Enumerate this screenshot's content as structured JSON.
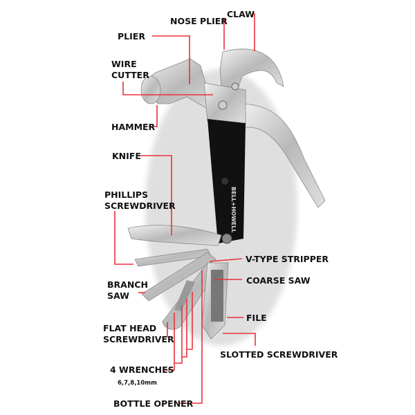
{
  "brand": "BELL+HOWELL",
  "labels": {
    "nose_plier": "NOSE PLIER",
    "claw": "CLAW",
    "plier": "PLIER",
    "wire_cutter_1": "WIRE",
    "wire_cutter_2": "CUTTER",
    "hammer": "HAMMER",
    "knife": "KNIFE",
    "phillips_1": "PHILLIPS",
    "phillips_2": "SCREWDRIVER",
    "v_stripper": "V-TYPE STRIPPER",
    "branch_saw_1": "BRANCH",
    "branch_saw_2": "SAW",
    "coarse_saw": "COARSE SAW",
    "file": "FILE",
    "flat_head_1": "FLAT HEAD",
    "flat_head_2": "SCREWDRIVER",
    "slotted": "SLOTTED SCREWDRIVER",
    "wrenches": "4 WRENCHES",
    "wrench_sizes": "6,7,8,10mm",
    "bottle_opener": "BOTTLE OPENER"
  },
  "colors": {
    "leader": "#e8303a",
    "handle": "#111111"
  }
}
